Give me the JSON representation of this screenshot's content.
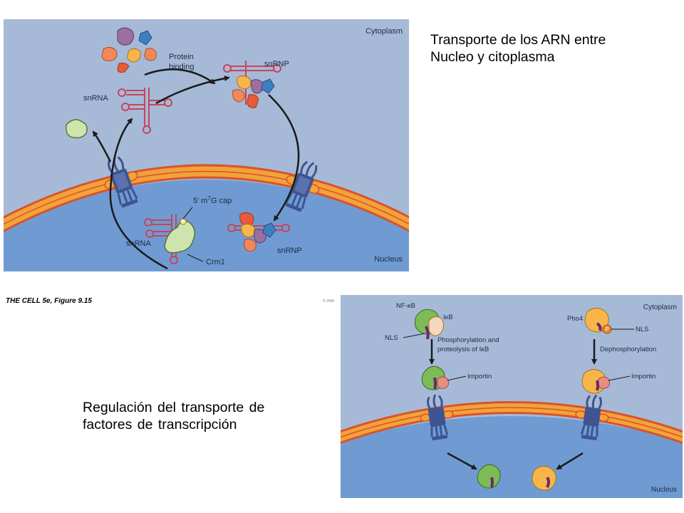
{
  "figure1": {
    "cytoplasm": "Cytoplasm",
    "nucleus": "Nucleus",
    "protein_binding_l1": "Protein",
    "protein_binding_l2": "binding",
    "snrnp_top": "snRNP",
    "snrnp_bottom": "snRNP",
    "snrna_top": "snRNA",
    "snrna_bottom": "snRNA",
    "cap_prefix": "5′ m",
    "cap_sup": "7",
    "cap_suffix": "G cap",
    "crm1": "Crm1"
  },
  "credit": "THE CELL 5e, Figure 9.15",
  "copyright": "© 2009",
  "figure2": {
    "cytoplasm": "Cytoplasm",
    "nucleus": "Nucleus",
    "nfkb": "NF-κB",
    "ikb": "IκB",
    "nls_left": "NLS",
    "phos_l1": "Phosphorylation and",
    "phos_l2": "proteolysis of IκB",
    "importin_left": "Importin",
    "pho4": "Pho4",
    "p_label": "P",
    "nls_right": "NLS",
    "dephos": "Dephosphorylation",
    "importin_right": "Importin"
  },
  "captions": {
    "top_l1": "Transporte de los ARN entre",
    "top_l2": "Nucleo y citoplasma",
    "bottom_l1": "Regulación del transporte de",
    "bottom_l2": "factores de transcripción"
  },
  "colors": {
    "cytoplasm": "#a6bad8",
    "nucleus": "#6f9bd2",
    "membrane": "#f2a23a",
    "membrane_edge": "#d9532b",
    "pore": "#3e5592",
    "rna": "#c8445a",
    "crm1": "#cfe3ac",
    "nfkb": "#7cbb55",
    "pho4": "#f7b54a",
    "importin": "#e98d83"
  }
}
